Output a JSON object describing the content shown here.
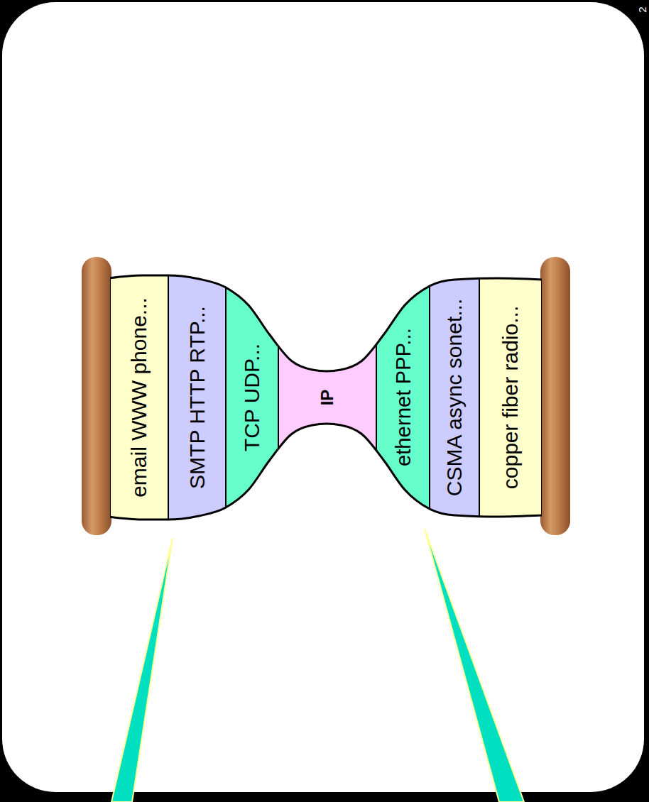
{
  "diagram": {
    "nodes": [
      {
        "text": [
          "email WWW phone..."
        ]
      },
      {
        "text": [
          "SMTP HTTP RTP..."
        ]
      },
      {
        "text": [
          "TCP UDP..."
        ]
      },
      {
        "text": [
          "IP"
        ]
      },
      {
        "text": [
          "ethernet PPP..."
        ]
      },
      {
        "text": [
          "CSMA async sonet..."
        ]
      },
      {
        "text": [
          "copper fiber radio..."
        ]
      }
    ],
    "labels": [
      "2"
    ]
  }
}
